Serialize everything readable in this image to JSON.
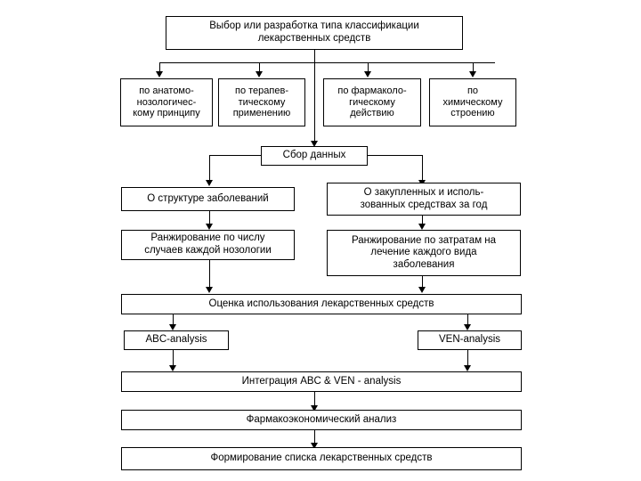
{
  "diagram": {
    "title_text": "Выбор или разработка типа классификации лекарственных средств",
    "language": "ru",
    "colors": {
      "background": "#ffffff",
      "stroke": "#000000",
      "text": "#000000"
    },
    "nodes": {
      "root": "Выбор или разработка типа классификации\nлекарственных средств",
      "class_anatomic": "по анатомо-\nнозологичес-\nкому принципу",
      "class_therapeutic": "по терапев-\nтическому\nприменению",
      "class_pharmacological": "по фармаколо-\nгическому\nдействию",
      "class_chemical": "по\nхимическому\nстроению",
      "data_collection": "Сбор данных",
      "data_disease_structure": "О структуре заболеваний",
      "data_purchased_used": "О закупленных и исполь-\nзованных средствах за год",
      "rank_by_cases": "Ранжирование по числу\nслучаев каждой нозологии",
      "rank_by_costs": "Ранжирование по затратам на\nлечение каждого вида\nзаболевания",
      "drug_use_evaluation": "Оценка использования лекарственных средств",
      "abc_analysis": "ABC-analysis",
      "ven_analysis": "VEN-analysis",
      "integration": "Интеграция ABC & VEN - analysis",
      "pharmacoeconomic": "Фармакоэкономический анализ",
      "formulary_list": "Формирование списка лекарственных средств"
    }
  }
}
